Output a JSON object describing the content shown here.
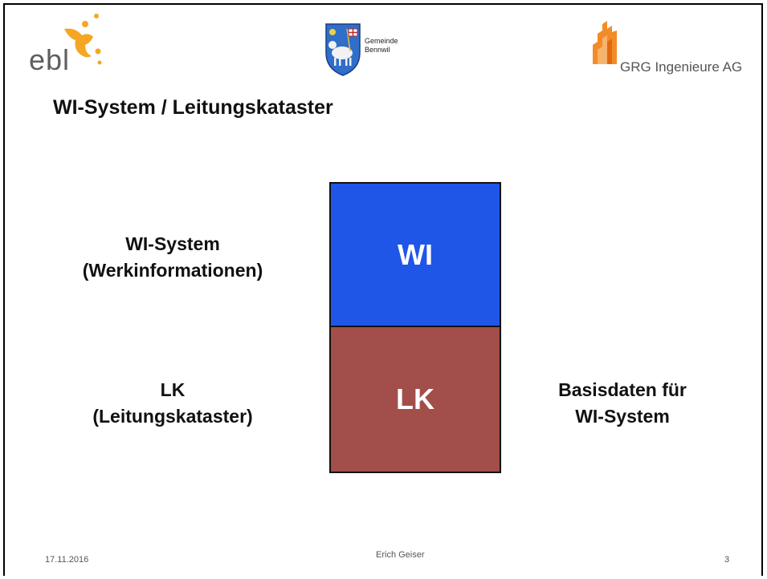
{
  "header": {
    "logo_left_text": "ebl",
    "municipality_line1": "Gemeinde",
    "municipality_line2": "Bennwil",
    "logo_right_text": "GRG Ingenieure AG"
  },
  "slide": {
    "title": "WI-System / Leitungskataster",
    "left_top_line1": "WI-System",
    "left_top_line2": "(Werkinformationen)",
    "left_bottom_line1": "LK",
    "left_bottom_line2": "(Leitungskataster)",
    "box_top": "WI",
    "box_bottom": "LK",
    "right_bottom_line1": "Basisdaten für",
    "right_bottom_line2": "WI-System"
  },
  "footer": {
    "date": "17.11.2016",
    "author": "Erich Geiser",
    "page": "3"
  },
  "colors": {
    "box_top": "#1f56e8",
    "box_bottom": "#a24e4a",
    "ebl_orange": "#f5a623",
    "grg_orange": "#f28c28"
  }
}
